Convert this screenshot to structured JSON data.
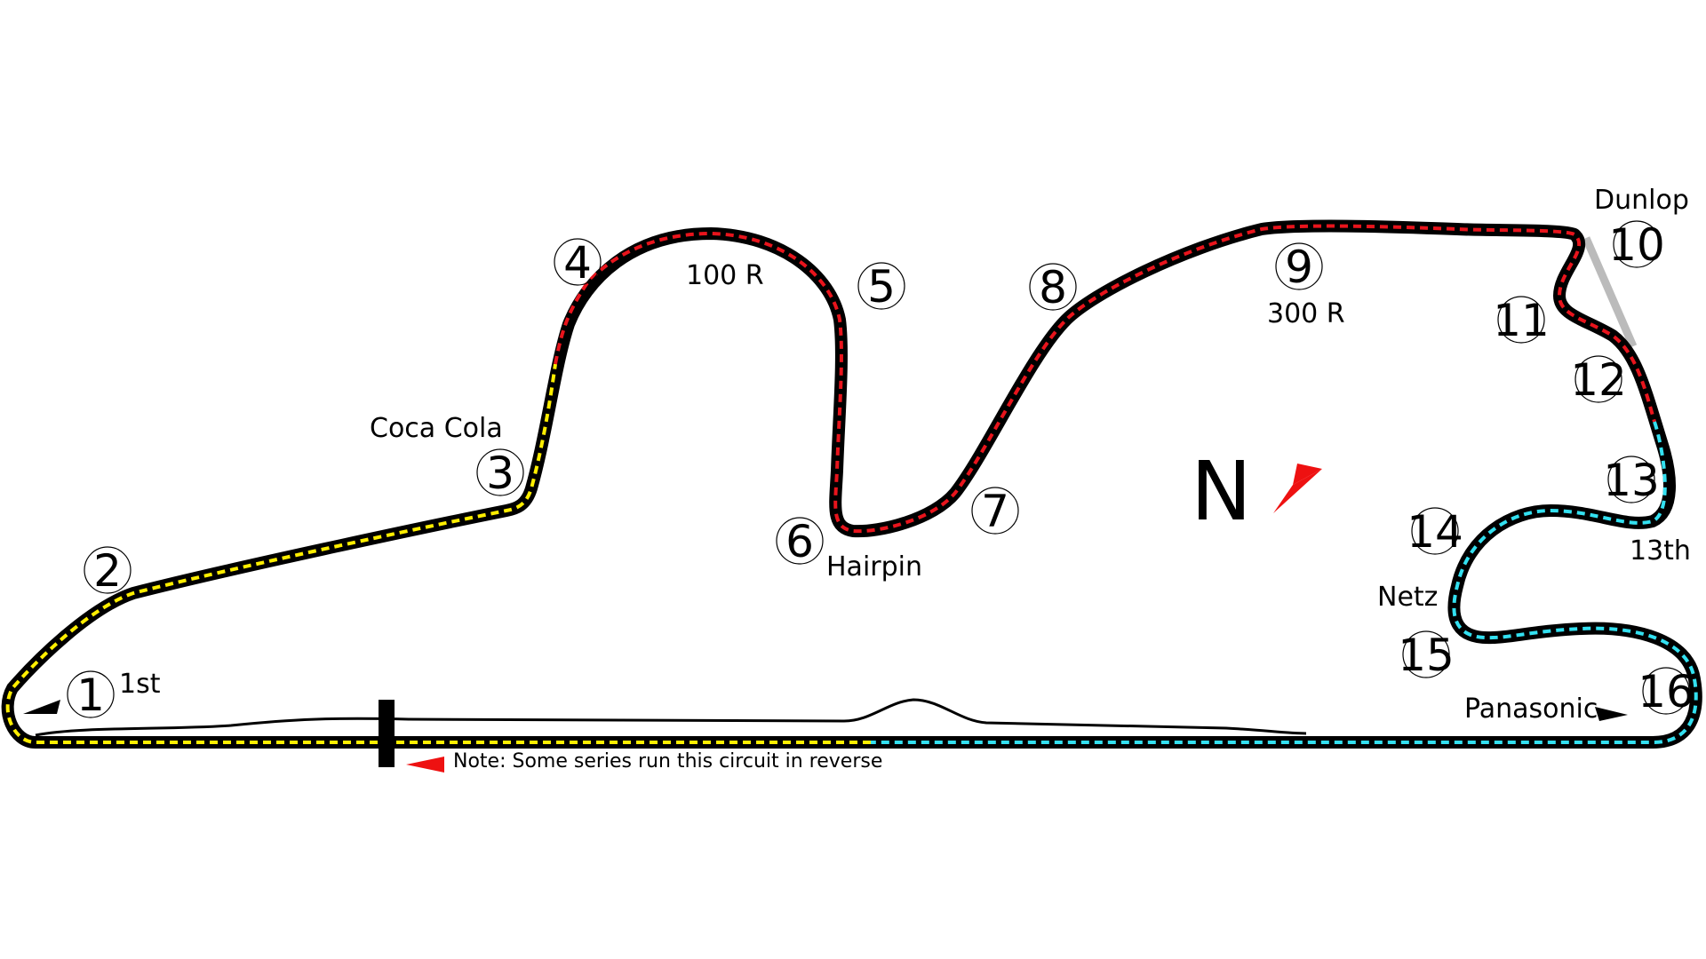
{
  "map": {
    "colors": {
      "track_outline": "#000000",
      "sector_1": "#ffee00",
      "sector_2": "#e8141c",
      "sector_3": "#33e0f0",
      "shortcut": "#bbbbbb",
      "arrow_red": "#ee1111",
      "arrow_black": "#000000"
    },
    "corners": [
      {
        "number": "1",
        "name": "1st"
      },
      {
        "number": "2",
        "name": ""
      },
      {
        "number": "3",
        "name": "Coca Cola"
      },
      {
        "number": "4",
        "name": ""
      },
      {
        "number": "5",
        "name": ""
      },
      {
        "number": "6",
        "name": "Hairpin"
      },
      {
        "number": "7",
        "name": ""
      },
      {
        "number": "8",
        "name": ""
      },
      {
        "number": "9",
        "name": "300 R"
      },
      {
        "number": "10",
        "name": "Dunlop"
      },
      {
        "number": "11",
        "name": ""
      },
      {
        "number": "12",
        "name": ""
      },
      {
        "number": "13",
        "name": "13th"
      },
      {
        "number": "14",
        "name": ""
      },
      {
        "number": "15",
        "name": "Netz"
      },
      {
        "number": "16",
        "name": "Panasonic"
      }
    ],
    "extra_labels": {
      "curve_100r": "100 R"
    },
    "north_label": "N",
    "note": "Note: Some series run this circuit in reverse",
    "icons": {
      "north": "north-arrow-icon",
      "direction": "direction-arrow-icon",
      "reverse": "reverse-arrow-icon",
      "start_finish": "start-finish-line"
    }
  }
}
